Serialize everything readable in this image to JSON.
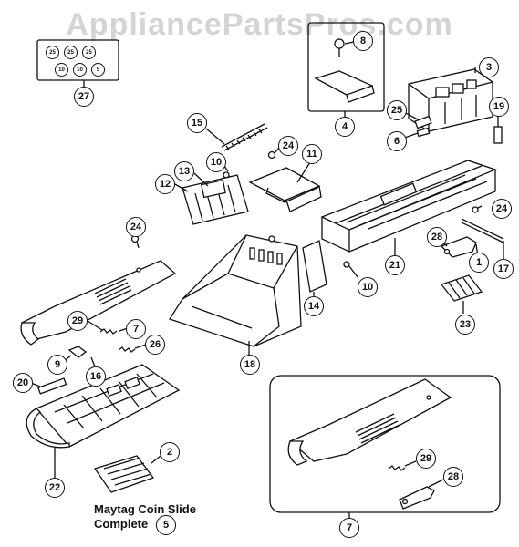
{
  "watermark": "AppliancePartsPros.com",
  "kit_27": [
    "25",
    "25",
    "25",
    "10",
    "10",
    "5"
  ],
  "callouts": {
    "c1": "1",
    "c2": "2",
    "c3": "3",
    "c4": "4",
    "c5": "5",
    "c6": "6",
    "c7": "7",
    "c7b": "7",
    "c8": "8",
    "c9": "9",
    "c10a": "10",
    "c10b": "10",
    "c11": "11",
    "c12": "12",
    "c13": "13",
    "c14": "14",
    "c15": "15",
    "c16": "16",
    "c17": "17",
    "c18": "18",
    "c19": "19",
    "c20": "20",
    "c21": "21",
    "c22": "22",
    "c23": "23",
    "c24a": "24",
    "c24b": "24",
    "c24c": "24",
    "c25": "25",
    "c26": "26",
    "c27": "27",
    "c28a": "28",
    "c28b": "28",
    "c29a": "29",
    "c29b": "29"
  },
  "caption": {
    "line1": "Maytag Coin Slide",
    "line2": "Complete"
  }
}
